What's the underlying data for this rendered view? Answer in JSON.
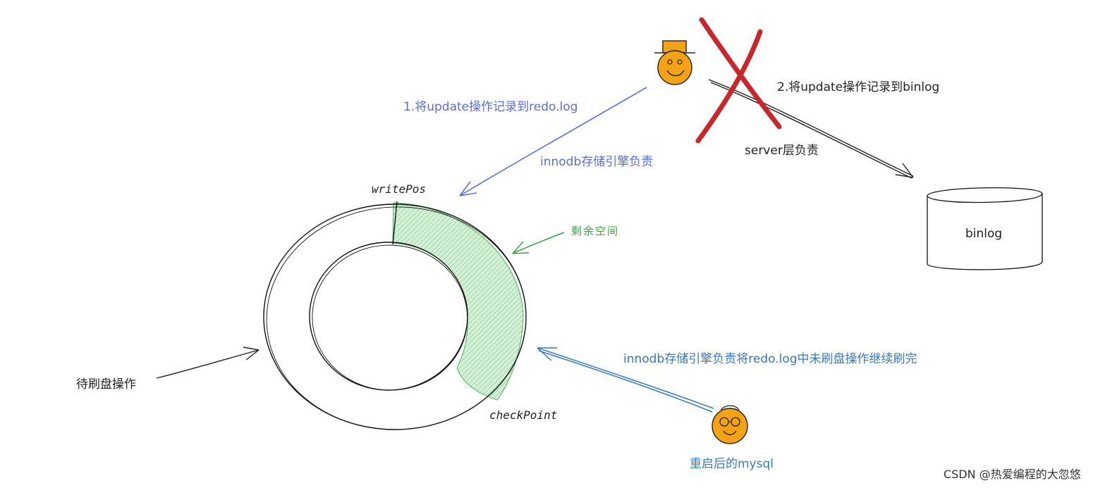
{
  "labels": {
    "step1": "1.将update操作记录到redo.log",
    "innodb_resp": "innodb存储引擎负责",
    "step2": "2.将update操作记录到binlog",
    "server_resp": "server层负责",
    "binlog": "binlog",
    "write_pos": "writePos",
    "check_point": "checkPoint",
    "remaining_space": "剩余空间",
    "pending_flush": "待刷盘操作",
    "restart_flush": "innodb存储引擎负责将redo.log中未刷盘操作继续刷完",
    "restarted_mysql": "重启后的mysql",
    "watermark": "CSDN @热爱编程的大忽悠"
  },
  "colors": {
    "blue_arrow": "#5b6fd4",
    "steel_arrow": "#3a78b8",
    "green": "#3e9e48",
    "green_fill": "#bfe8c3",
    "red_x": "#c8282b",
    "face": "#f5a316"
  }
}
